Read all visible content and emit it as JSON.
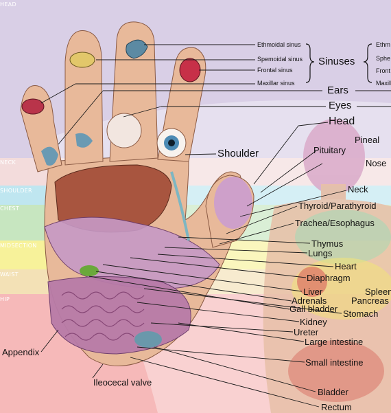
{
  "bands": {
    "head": "HEAD",
    "neck": "NECK",
    "shoulder": "SHOULDER",
    "chest": "CHEST",
    "midsection": "MIDSECTION",
    "waist": "WAIST",
    "hip": "HIP"
  },
  "sinuses": {
    "group_label": "Sinuses",
    "ethmoidal": "Ethmoidal sinus",
    "sphenoidal": "Spemoidal sinus",
    "frontal": "Frontal sinus",
    "maxillar": "Maxillar sinus",
    "right_1": "Ethm",
    "right_2": "Sphe",
    "right_3": "Front",
    "right_4": "Maxill"
  },
  "labels": {
    "ears": "Ears",
    "eyes": "Eyes",
    "head": "Head",
    "pineal": "Pineal",
    "shoulder": "Shoulder",
    "pituitary": "Pituitary",
    "nose": "Nose",
    "neck": "Neck",
    "thyroid": "Thyroid/Parathyroid",
    "trachea": "Trachea/Esophagus",
    "thymus": "Thymus",
    "lungs": "Lungs",
    "heart": "Heart",
    "diaphragm": "Diaphragm",
    "liver": "Liver",
    "spleen": "Spleen",
    "adrenals": "Adrenals",
    "pancreas": "Pancreas",
    "gall_bladder": "Gall bladder",
    "stomach": "Stomach",
    "kidney": "Kidney",
    "ureter": "Ureter",
    "large_intestine": "Large intestine",
    "appendix": "Appendix",
    "small_intestine": "Small intestine",
    "ileocecal_valve": "Ileocecal valve",
    "bladder": "Bladder",
    "rectum": "Rectum"
  },
  "colors": {
    "head_band": "#d9cfe6",
    "neck_band": "#f3dcdc",
    "shoulder_band": "#bfe6f0",
    "chest_band": "#c7e6c0",
    "midsection_band": "#f7f29a",
    "waist_band": "#f3e1b6",
    "hip_band": "#f6b9b9",
    "skin": "#e8b99a",
    "leader_line": "#1a1a1a"
  }
}
